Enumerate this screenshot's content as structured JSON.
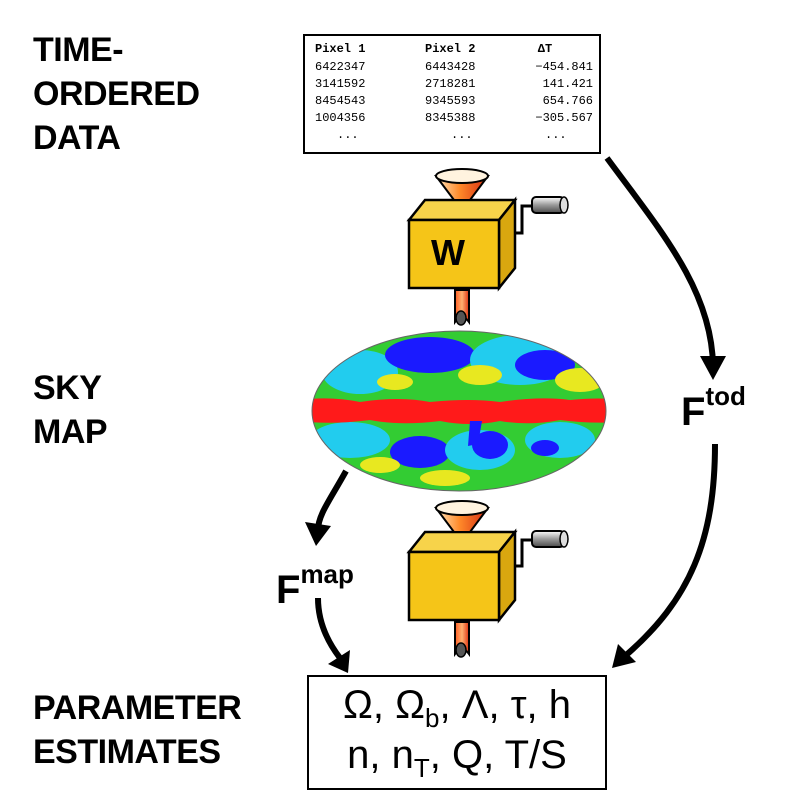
{
  "labels": {
    "tod": [
      "TIME-",
      "ORDERED",
      "DATA"
    ],
    "sky": [
      "SKY",
      "MAP"
    ],
    "params": [
      "PARAMETER",
      "ESTIMATES"
    ]
  },
  "tod_table": {
    "headers": [
      "Pixel 1",
      "Pixel 2",
      "ΔT"
    ],
    "rows": [
      [
        "6422347",
        "6443428",
        "−454.841"
      ],
      [
        "3141592",
        "2718281",
        "141.421"
      ],
      [
        "8454543",
        "9345593",
        "654.766"
      ],
      [
        "1004356",
        "8345388",
        "−305.567"
      ],
      [
        "...",
        "...",
        "..."
      ]
    ]
  },
  "machine": {
    "label": "W"
  },
  "fisher": {
    "tod": {
      "base": "F",
      "sup": "tod"
    },
    "map": {
      "base": "F",
      "sup": "map"
    }
  },
  "params": {
    "line1": "Ω, Ω",
    "line1_sub": "b",
    "line1_rest": ", Λ, τ, h",
    "line2": "n, n",
    "line2_sub": "T",
    "line2_rest": ", Q, T/S"
  },
  "colors": {
    "box_fill": "#f5c518",
    "box_stroke": "#000000",
    "map_red": "#ff1a1a",
    "map_green": "#33cc33",
    "map_blue": "#1a1aff",
    "map_cyan": "#22ccee",
    "map_yellow": "#e8e820"
  }
}
